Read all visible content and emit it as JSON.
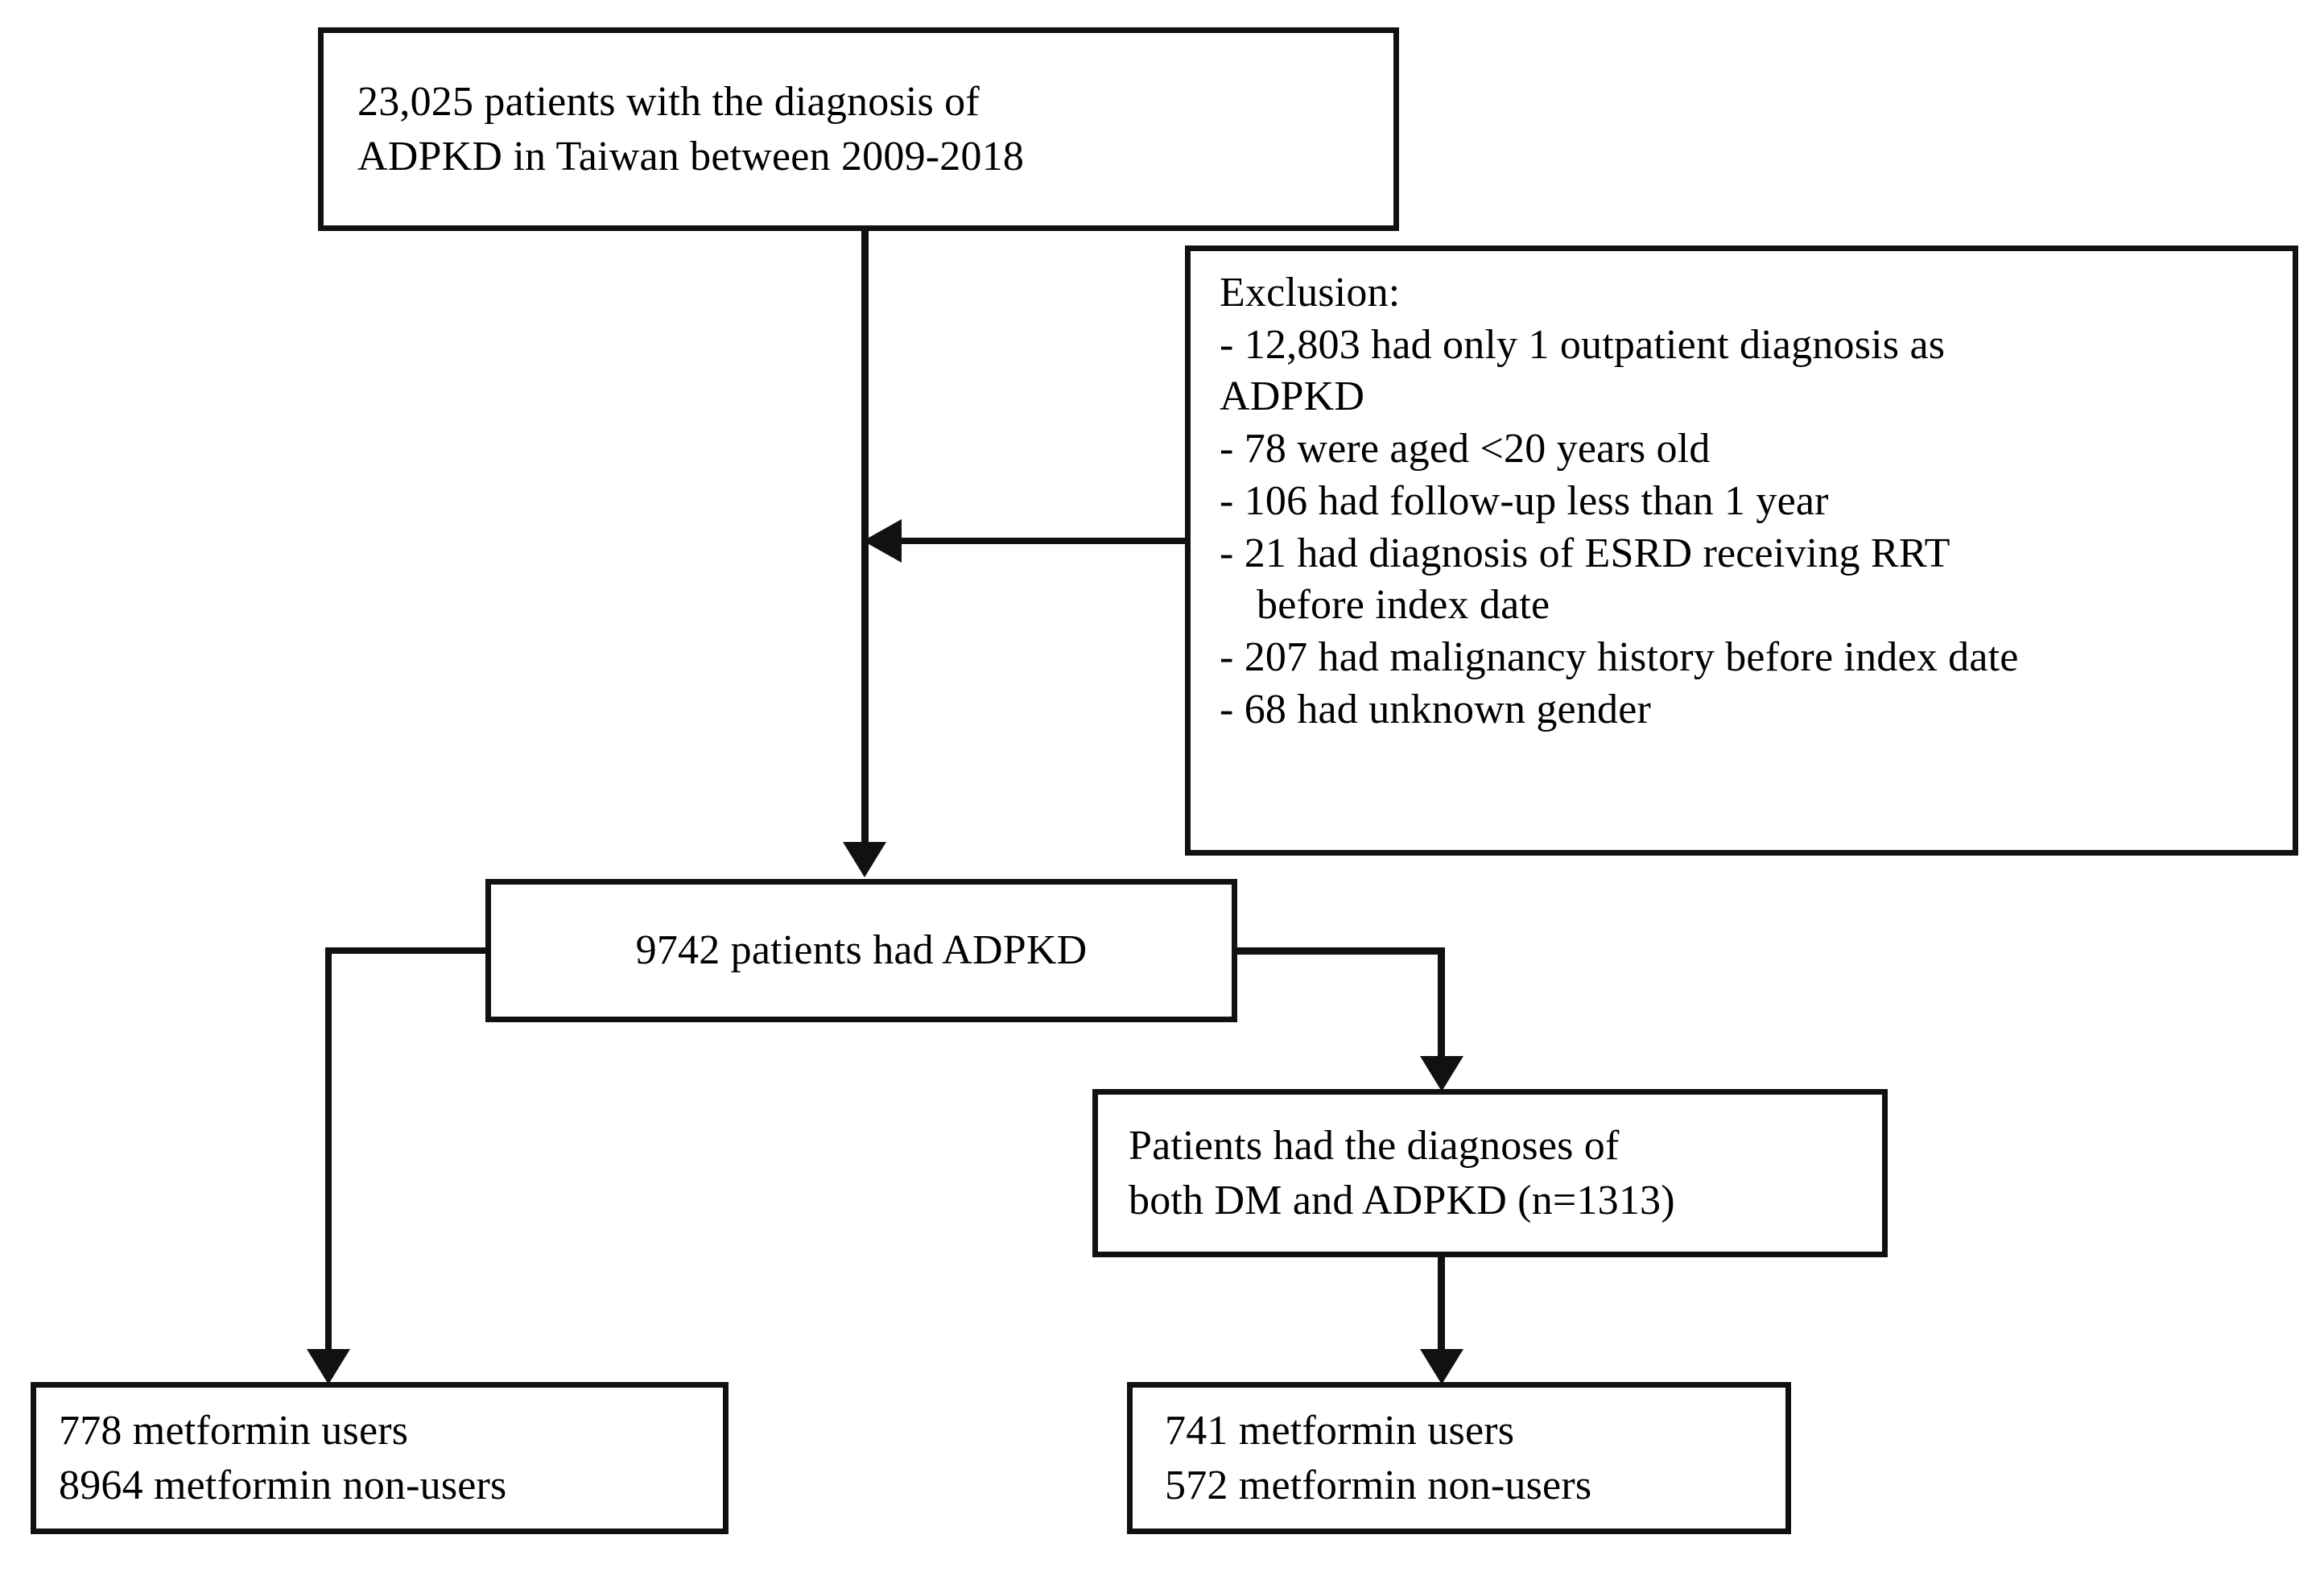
{
  "figure": {
    "type": "flowchart",
    "title": "Study cohort selection flowchart"
  },
  "nodes": {
    "total_cohort": {
      "line1": "23,025 patients with the diagnosis of",
      "line2": "ADPKD in Taiwan between 2009-2018"
    },
    "exclusion": {
      "heading": "Exclusion:",
      "item1": "- 12,803 had only 1 outpatient diagnosis as",
      "item1_cont": "ADPKD",
      "item2": "- 78 were aged <20 years old",
      "item3": "- 106 had follow-up less than 1 year",
      "item4": "- 21 had diagnosis of ESRD receiving RRT",
      "item4_cont": "before index date",
      "item5": "- 207 had malignancy history before index date",
      "item6": "- 68 had unknown gender"
    },
    "adpkd_cohort": {
      "line1": "9742 patients had ADPKD"
    },
    "dm_adpkd_cohort": {
      "line1": "Patients had the diagnoses of",
      "line2": "both DM and ADPKD (n=1313)"
    },
    "left_outcome": {
      "line1": "778 metformin users",
      "line2": "8964 metformin non-users"
    },
    "right_outcome": {
      "line1": "741 metformin users",
      "line2": "572 metformin non-users"
    }
  },
  "colors": {
    "stroke": "#111111",
    "background": "#ffffff",
    "text": "#000000"
  }
}
